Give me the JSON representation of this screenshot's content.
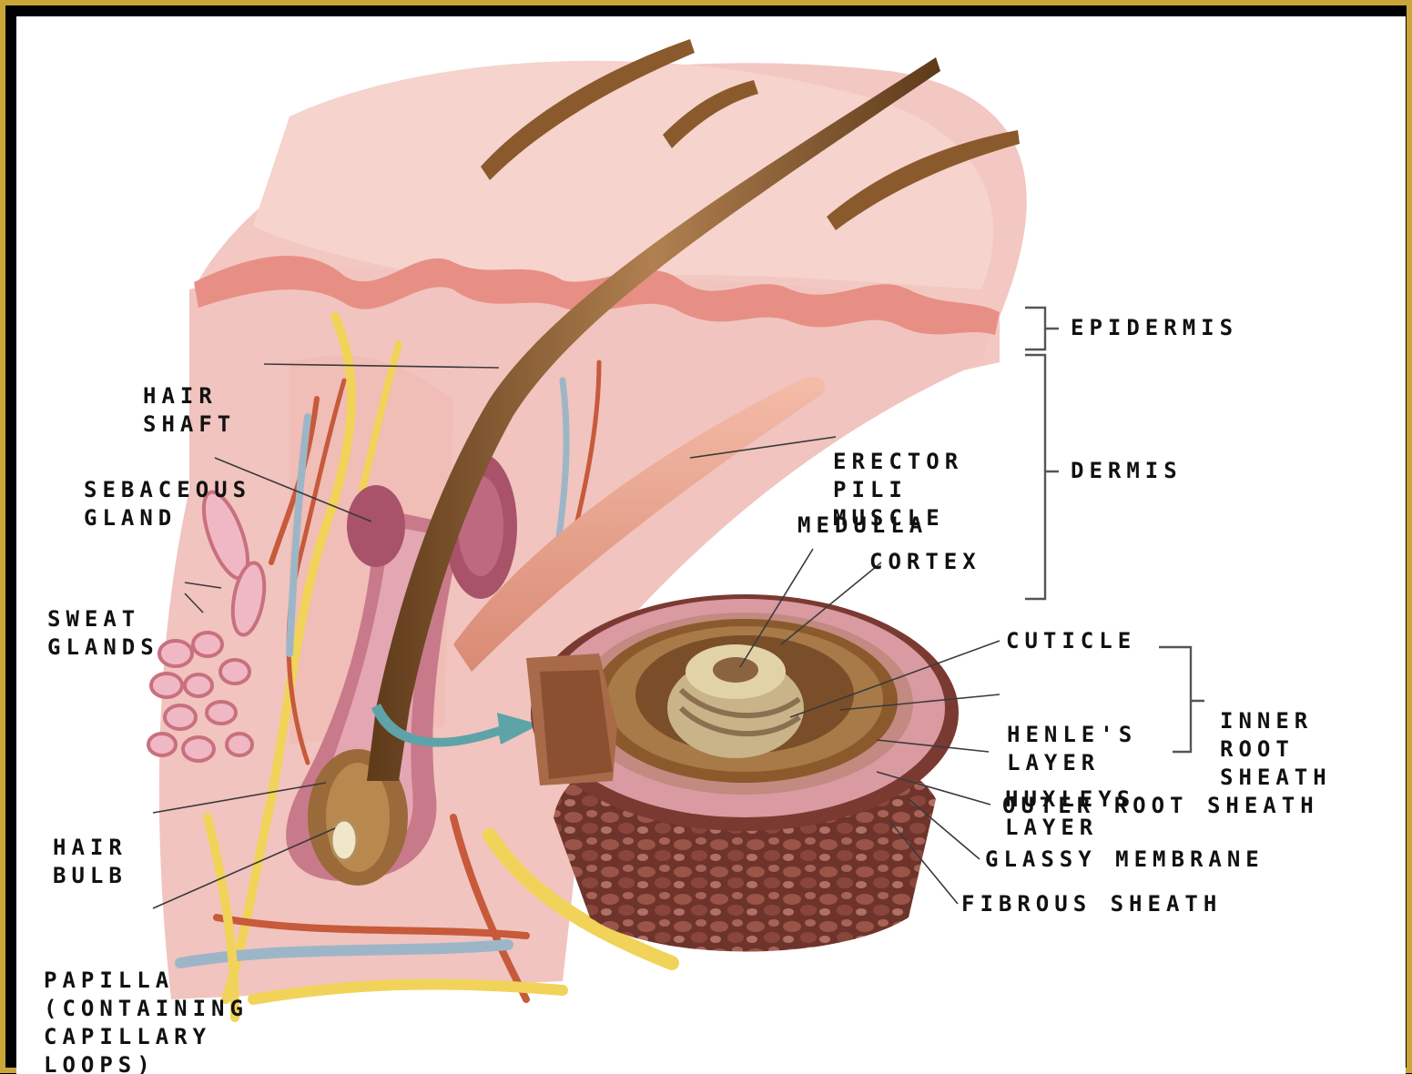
{
  "colors": {
    "frame": "#caa53a",
    "skin": "#f2c3bd",
    "epidermis": "#e88f85",
    "hair": "#8a5a2c",
    "nerve": "#f1d35a",
    "vessel_red": "#c65a3a",
    "vessel_blue": "#9db6c7",
    "fibrous": "#7a3a30"
  },
  "labels": {
    "hair_shaft": [
      "HAIR",
      "SHAFT"
    ],
    "sebaceous_gland": [
      "SEBACEOUS",
      "GLAND"
    ],
    "sweat_glands": [
      "SWEAT",
      "GLANDS"
    ],
    "hair_bulb": [
      "HAIR",
      "BULB"
    ],
    "papilla": [
      "PAPILLA",
      "(CONTAINING",
      "CAPILLARY",
      "LOOPS)"
    ],
    "epidermis": "EPIDERMIS",
    "dermis": "DERMIS",
    "erector_pili_muscle": [
      "ERECTOR",
      "PILI",
      "MUSCLE"
    ],
    "medulla": "MEDULLA",
    "cortex": "CORTEX",
    "cuticle": "CUTICLE",
    "henles_layer": [
      "HENLE'S",
      "LAYER"
    ],
    "huxleys_layer": [
      "HUXLEYS",
      "LAYER"
    ],
    "inner_root_sheath": [
      "INNER",
      "ROOT",
      "SHEATH"
    ],
    "outer_root_sheath": "OUTER ROOT SHEATH",
    "glassy_membrane": "GLASSY MEMBRANE",
    "fibrous_sheath": "FIBROUS SHEATH"
  }
}
